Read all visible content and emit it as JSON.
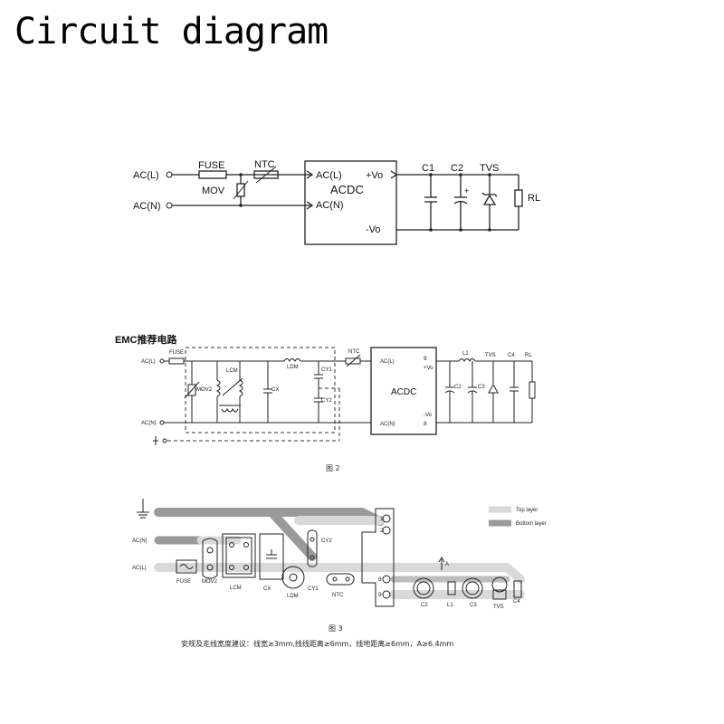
{
  "title": "Circuit diagram",
  "fig1": {
    "ac_l": "AC(L)",
    "ac_n": "AC(N)",
    "fuse": "FUSE",
    "ntc": "NTC",
    "mov": "MOV",
    "in_l": "AC(L)",
    "in_n": "AC(N)",
    "plus_vo": "+Vo",
    "minus_vo": "-Vo",
    "module": "ACDC",
    "c1": "C1",
    "c2": "C2",
    "tvs": "TVS",
    "rl": "RL"
  },
  "fig2": {
    "heading": "EMC推荐电路",
    "ac_l": "AC(L)",
    "ac_n": "AC(N)",
    "fuse": "FUSE",
    "mov": "MOV2",
    "lcm": "LCM",
    "cx": "CX",
    "ldm": "LDM",
    "cy1": "CY1",
    "cy2": "CY2",
    "ntc": "NTC",
    "in_l": "AC(L)",
    "in_n": "AC(N)",
    "pin9": "9",
    "pin8": "8",
    "plus_vo": "+Vo",
    "minus_vo": "-Vo",
    "module": "ACDC",
    "l1": "L1",
    "tvs": "TVS",
    "c4": "C4",
    "rl": "RL",
    "c2": "C2",
    "c3": "C3",
    "caption": "图 2"
  },
  "fig3": {
    "legend_top": "Top layer",
    "legend_bottom": "Bottom layer",
    "ac_n": "AC(N)",
    "ac_l": "AC(L)",
    "fuse": "FUSE",
    "mov": "MOV2",
    "lcm": "LCM",
    "cx": "CX",
    "ldm": "LDM",
    "cy1": "CY1",
    "cy2": "CY2",
    "ntc": "NTC",
    "pin1": "1",
    "pin2": "2",
    "pin8": "8",
    "pin9": "9",
    "dim_a": "A",
    "c2": "C2",
    "l1": "L1",
    "c3": "C3",
    "tvs": "TVS",
    "c4": "C4",
    "caption": "图 3",
    "note": "安规及走线宽度建议：线宽≥3mm,线线距离≥6mm，线地距离≥6mm，A≥6.4mm"
  },
  "colors": {
    "top_layer": "#d9d9d9",
    "bottom_layer": "#9a9a9a"
  }
}
